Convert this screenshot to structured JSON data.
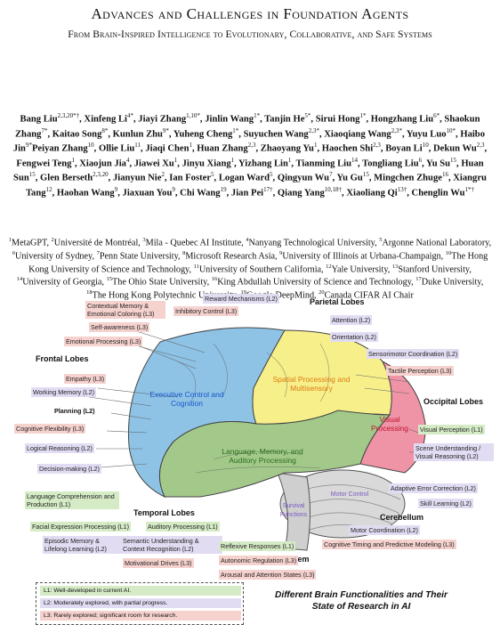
{
  "title": "Advances and Challenges in Foundation Agents",
  "subtitle": "From Brain-Inspired Intelligence to Evolutionary, Collaborative, and Safe Systems",
  "authors_html": "Bang Liu<sup>2,3,20*†</sup>, Xinfeng Li<sup>4*</sup>, Jiayi Zhang<sup>1,10*</sup>, Jinlin Wang<sup>1*</sup>, Tanjin He<sup>5*</sup>, Sirui Hong<sup>1*</sup>, Hongzhang Liu<sup>6*</sup>, Shaokun Zhang<sup>7*</sup>, Kaitao Song<sup>8*</sup>, Kunlun Zhu<sup>9*</sup>, Yuheng Cheng<sup>1*</sup>, Suyuchen Wang<sup>2,3*</sup>, Xiaoqiang Wang<sup>2,3*</sup>, Yuyu Luo<sup>10*</sup>, Haibo Jin<sup>9*</sup>Peiyan Zhang<sup>10</sup>, Ollie Liu<sup>11</sup>, Jiaqi Chen<sup>1</sup>, Huan Zhang<sup>2,3</sup>, Zhaoyang Yu<sup>1</sup>, Haochen Shi<sup>2,3</sup>, Boyan Li<sup>10</sup>, Dekun Wu<sup>2,3</sup>, Fengwei Teng<sup>1</sup>, Xiaojun Jia<sup>4</sup>, Jiawei Xu<sup>1</sup>, Jinyu Xiang<sup>1</sup>, Yizhang Lin<sup>1</sup>, Tianming Liu<sup>14</sup>, Tongliang Liu<sup>6</sup>, Yu Su<sup>15</sup>, Huan Sun<sup>15</sup>, Glen Berseth<sup>2,3,20</sup>, Jianyun Nie<sup>2</sup>, Ian Foster<sup>5</sup>, Logan Ward<sup>5</sup>, Qingyun Wu<sup>7</sup>, Yu Gu<sup>15</sup>, Mingchen Zhuge<sup>16</sup>, Xiangru Tang<sup>12</sup>, Haohan Wang<sup>9</sup>, Jiaxuan You<sup>9</sup>, Chi Wang<sup>19</sup>, Jian Pei<sup>17†</sup>, Qiang Yang<sup>10,18†</sup>, Xiaoliang Qi<sup>13†</sup>, Chenglin Wu<sup>1*†</sup>",
  "affiliations_html": "<sup>1</sup>MetaGPT, <sup>2</sup>Université de Montréal, <sup>3</sup>Mila - Quebec AI Institute, <sup>4</sup>Nanyang Technological University, <sup>5</sup>Argonne National Laboratory, <sup>6</sup>University of Sydney, <sup>7</sup>Penn State University, <sup>8</sup>Microsoft Research Asia, <sup>9</sup>University of Illinois at Urbana-Champaign, <sup>10</sup>The Hong Kong University of Science and Technology, <sup>11</sup>University of Southern California, <sup>12</sup>Yale University, <sup>13</sup>Stanford University, <sup>14</sup>University of Georgia, <sup>15</sup>The Ohio State University, <sup>16</sup>King Abdullah University of Science and Technology, <sup>17</sup>Duke University, <sup>18</sup>The Hong Kong Polytechnic University, <sup>19</sup>Google DeepMind, <sup>20</sup>Canada CIFAR AI Chair",
  "figure": {
    "lobes": {
      "frontal": "Frontal Lobes",
      "parietal": "Parietal Lobes",
      "occipital": "Occipital Lobes",
      "temporal": "Temporal Lobes",
      "cerebellum": "Cerebellum",
      "brainstem": "Brain Stem"
    },
    "regions": {
      "executive": "Executive Control and Cognition",
      "spatial": "Spatial Processing and Multisensory",
      "visual": "Visual Processing",
      "language": "Language, Memory, and Auditory Processing",
      "motor": "Motor Control",
      "survival": "Survival Functions"
    },
    "functions": {
      "reward": "Reward Mechanisms (L2)",
      "inhibitory": "Inhibitory Control (L3)",
      "contextual": "Contextual Memory & Emotional Coloring (L3)",
      "selfaware": "Self-awareness (L3)",
      "emotional": "Emotional Processing (L3)",
      "empathy": "Empathy (L3)",
      "working": "Working Memory (L2)",
      "planning": "Planning (L2)",
      "cogflex": "Cognitive Flexibility (L3)",
      "logical": "Logical Reasoning (L2)",
      "decision": "Decision-making (L2)",
      "attention": "Attention (L2)",
      "orientation": "Orientation (L2)",
      "sensorimotor": "Sensorimotor Coordination (L2)",
      "tactile": "Tactile Perception (L3)",
      "visualperc": "Visual Perception (L1)",
      "scene": "Scene Understanding / Visual Reasoning (L2)",
      "adaptive": "Adaptive Error Correction (L2)",
      "skill": "Skill Learning (L2)",
      "motorcoord": "Motor Coordination (L2)",
      "timing": "Cognitive Timing and Predictive Modeling (L3)",
      "langcomp": "Language Comprehension and Production (L1)",
      "facial": "Facial Expression Processing (L1)",
      "auditory": "Auditory Processing (L1)",
      "episodic": "Episodic Memory & Lifelong Learning (L2)",
      "semantic": "Semantic Understanding & Context Recognition (L2)",
      "motivational": "Motivational Drives (L3)",
      "reflexive": "Reflexive Responses (L1)",
      "autonomic": "Autonomic Regulation (L3)",
      "arousal": "Arousal and Attention States (L3)"
    },
    "legend": {
      "l1": "L1: Well-developed in current AI.",
      "l2": "L2: Moderately explored, with partial progress.",
      "l3": "L3: Rarely explored; significant room for research."
    },
    "caption": "Different Brain Functionalities and Their State of Research in AI"
  },
  "colors": {
    "frontal": "#8ec3e6",
    "parietal": "#f6ef8a",
    "occipital": "#ef93a6",
    "temporal": "#a3c98a",
    "cerebellum": "#d9d9d9",
    "l1": "#d5ebc6",
    "l2": "#e2dcf3",
    "l3": "#f6d2cf"
  }
}
